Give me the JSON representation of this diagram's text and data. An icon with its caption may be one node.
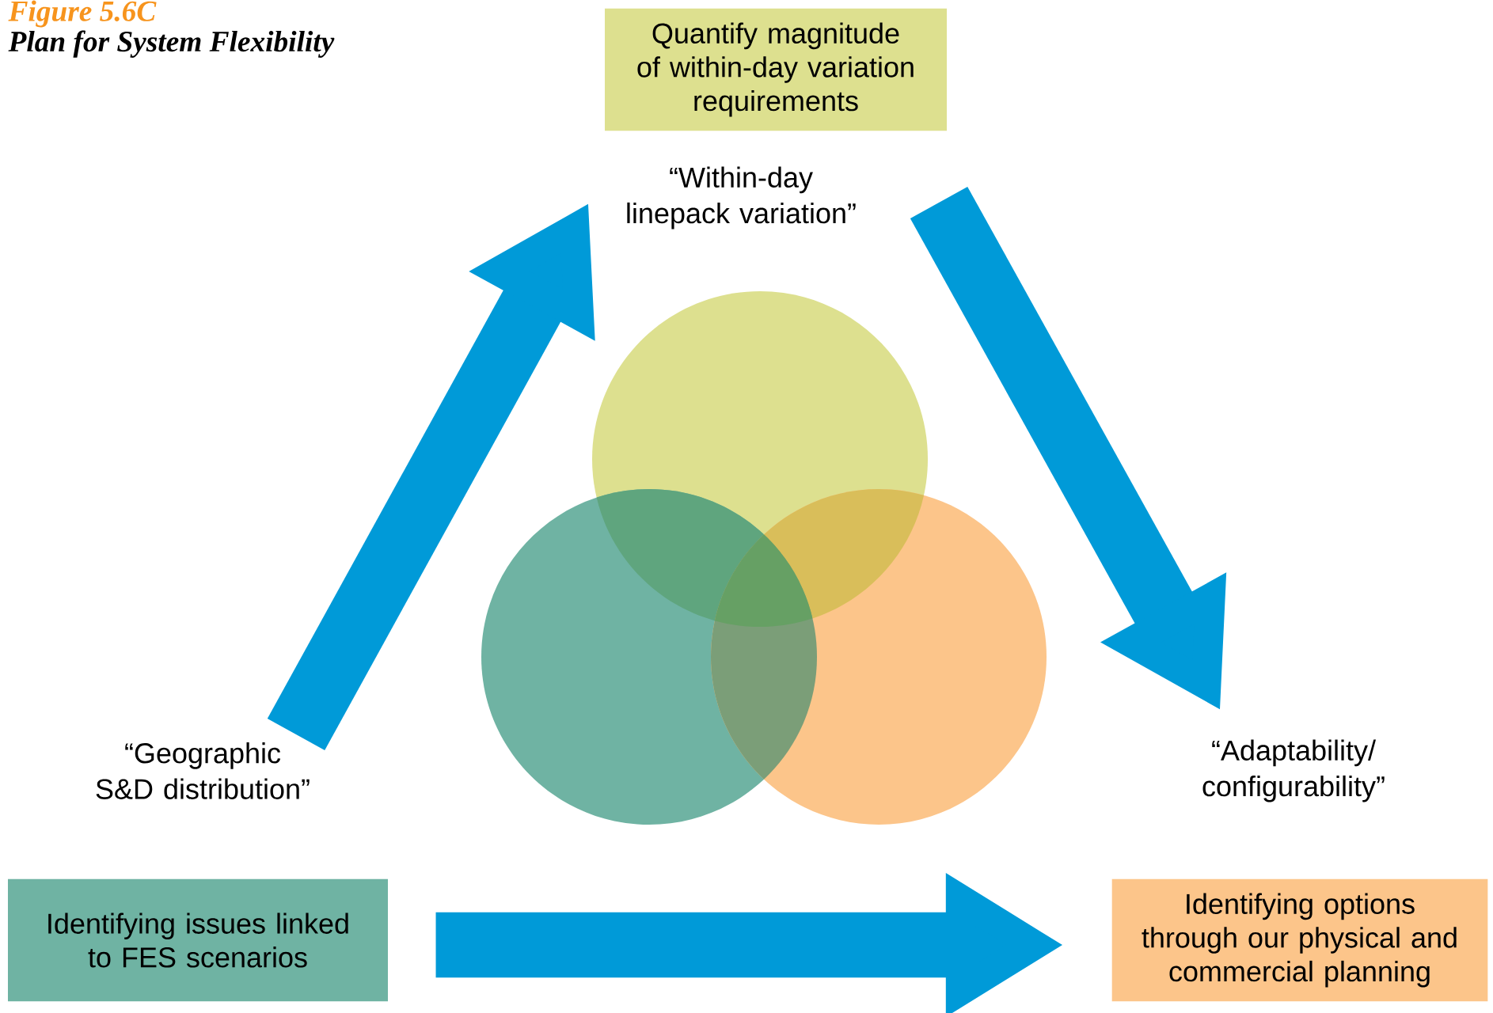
{
  "diagram": {
    "title": "Plan for System Flexibility",
    "nodes": [
      {
        "text": [
          "Quantify magnitude of within-day variation requirements"
        ],
        "beside": [
          "“Within-day linepack variation”"
        ]
      },
      {
        "text": [
          "Identifying issues linked to FES scenarios"
        ],
        "beside": [
          "“Geographic S&D distribution”"
        ]
      },
      {
        "text": [
          "Identifying options through our physical and commercial planning"
        ],
        "beside": [
          "“Adaptability/ configurability”"
        ]
      },
      {
        "text": [],
        "shape": "circle"
      },
      {
        "text": [],
        "shape": "circle"
      },
      {
        "text": [],
        "shape": "circle"
      }
    ],
    "edges": [
      {
        "from": 1,
        "to": 0,
        "arrow": "to"
      },
      {
        "from": 0,
        "to": 2,
        "arrow": "to"
      },
      {
        "from": 1,
        "to": 2,
        "arrow": "to"
      }
    ],
    "labels": [
      "Figure 5.6C"
    ]
  }
}
